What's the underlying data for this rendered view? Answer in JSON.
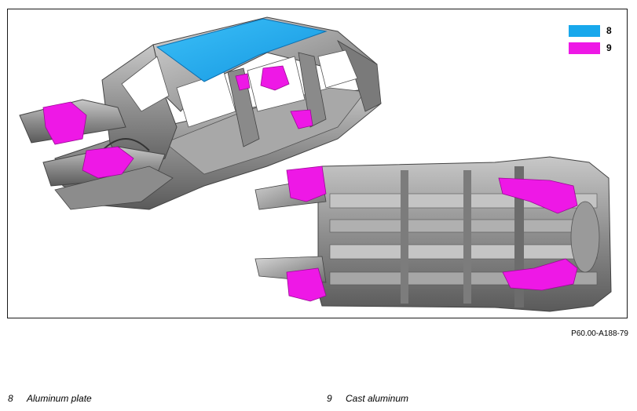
{
  "legend": {
    "items": [
      {
        "number": "8",
        "color": "#18a8ec"
      },
      {
        "number": "9",
        "color": "#ee18e6"
      }
    ]
  },
  "figure": {
    "id": "P60.00-A188-79",
    "views": [
      "body-structure-3d-view",
      "underbody-bottom-view"
    ]
  },
  "captions": [
    {
      "number": "8",
      "text": "Aluminum plate"
    },
    {
      "number": "9",
      "text": "Cast aluminum"
    }
  ],
  "colors": {
    "aluminum_plate": "#18a8ec",
    "cast_aluminum": "#ee18e6",
    "steel_body": "#9a9a9a",
    "frame_border": "#1a1a1a"
  }
}
